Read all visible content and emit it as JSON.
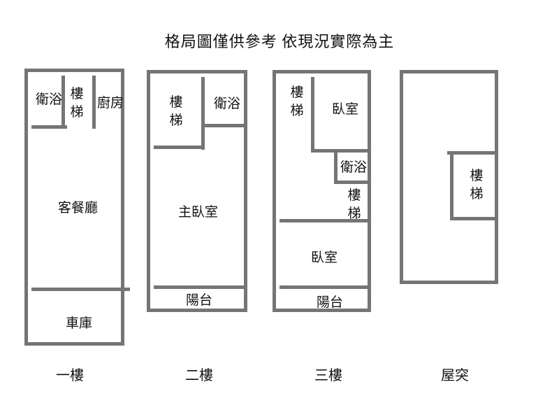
{
  "title": "格局圖僅供參考 依現況實際為主",
  "colors": {
    "wall": "#757575",
    "text": "#111111",
    "background": "#ffffff"
  },
  "floors": [
    {
      "label": "一樓",
      "rooms": {
        "bathroom": "衛浴",
        "stairs": "樓梯",
        "kitchen": "廚房",
        "living_dining": "客餐廳",
        "garage": "車庫"
      }
    },
    {
      "label": "二樓",
      "rooms": {
        "stairs": "樓梯",
        "bathroom": "衛浴",
        "master_bedroom": "主臥室",
        "balcony": "陽台"
      }
    },
    {
      "label": "三樓",
      "rooms": {
        "stairs_upper": "樓梯",
        "bedroom_front": "臥室",
        "bathroom": "衛浴",
        "stairs_lower": "樓梯",
        "bedroom_rear": "臥室",
        "balcony": "陽台"
      }
    },
    {
      "label": "屋突",
      "rooms": {
        "stairs": "樓梯"
      }
    }
  ]
}
